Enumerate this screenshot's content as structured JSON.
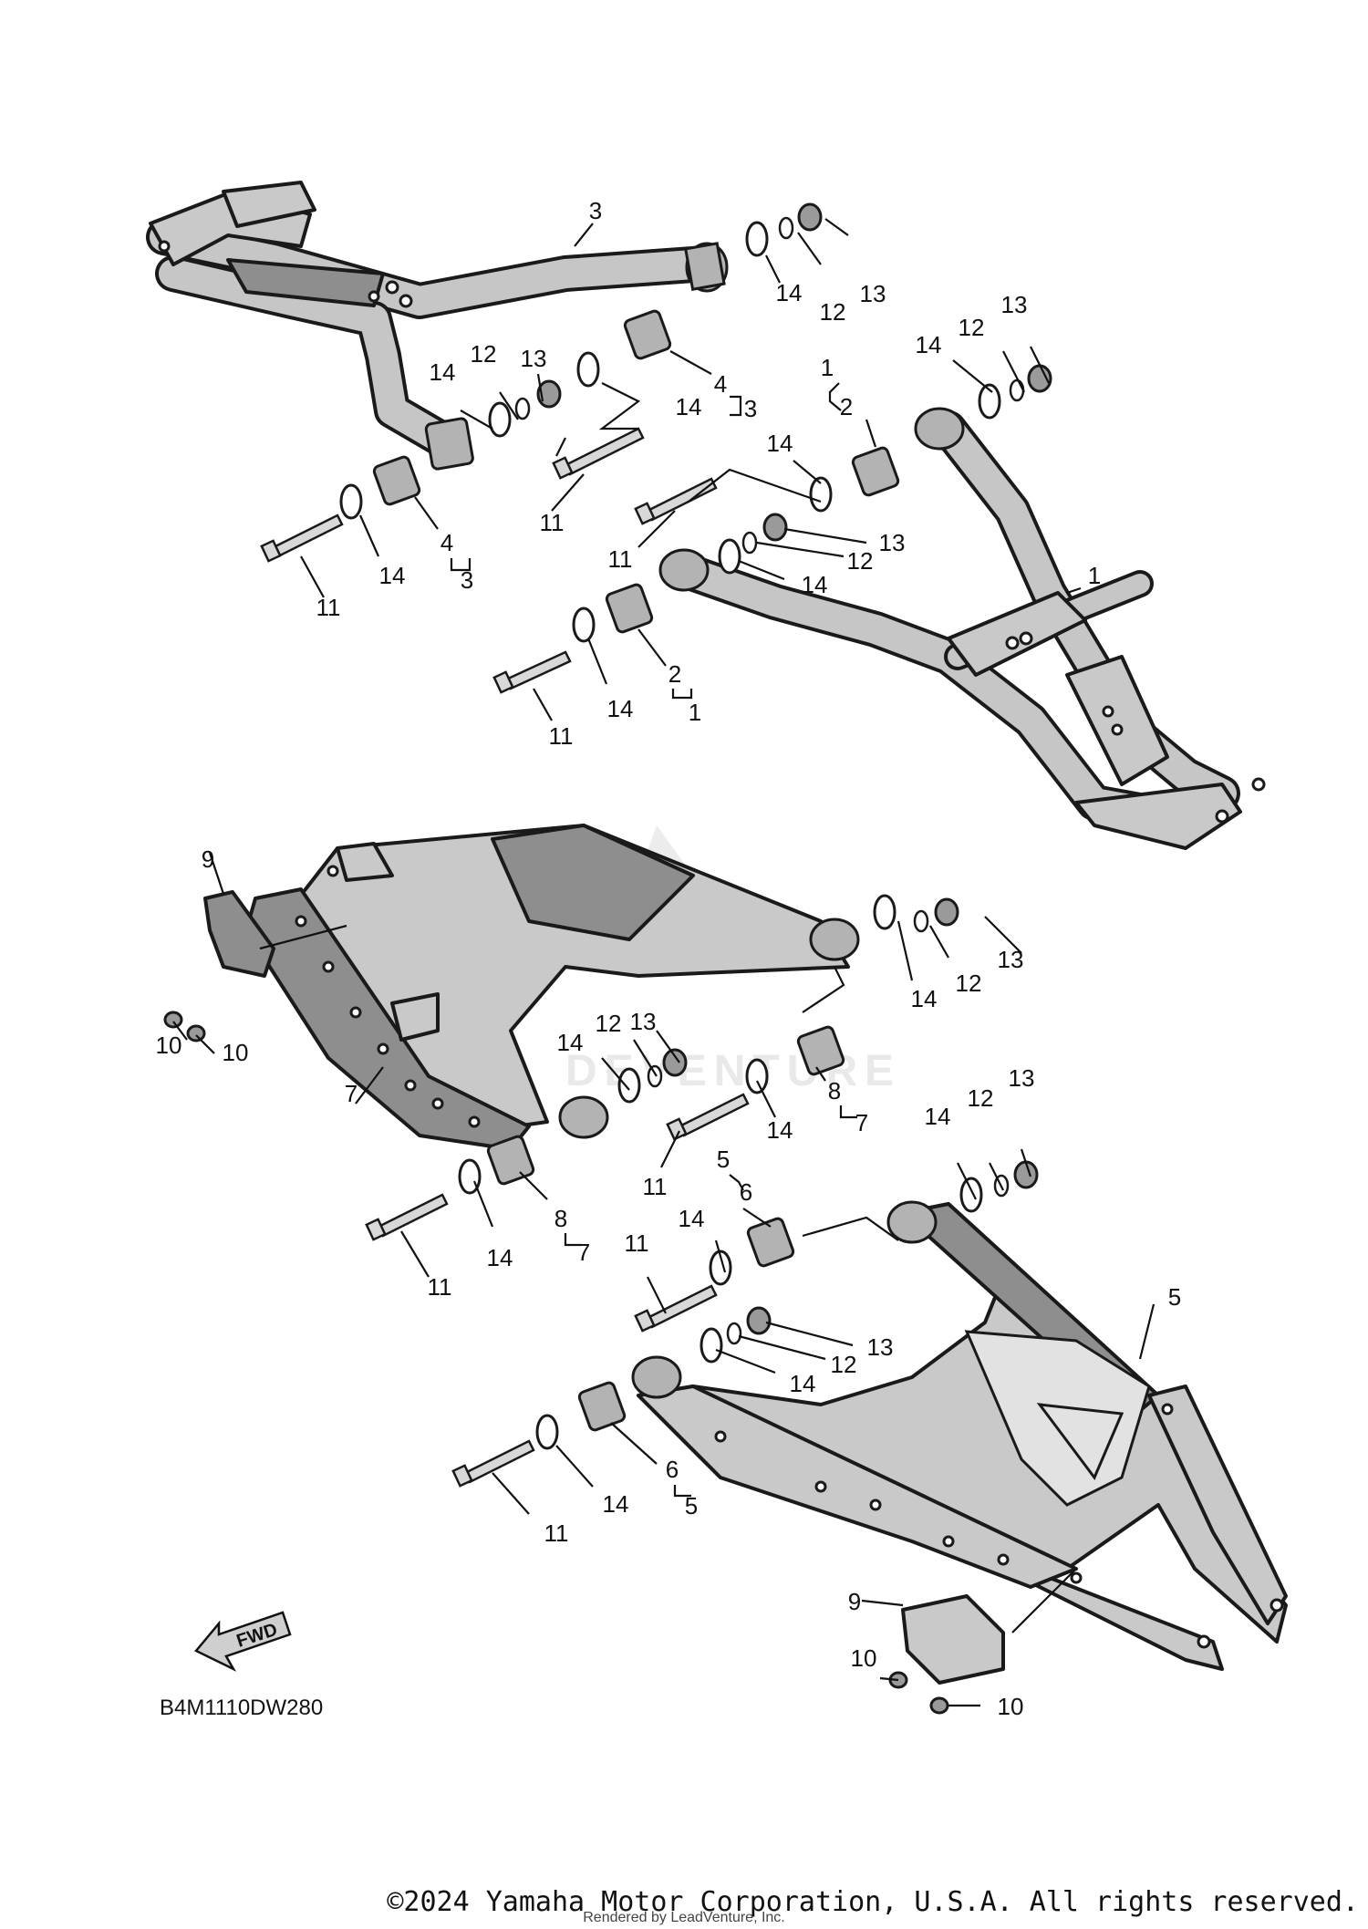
{
  "diagram": {
    "callouts": {
      "c1a": "1",
      "c1b": "1",
      "c1c": "1",
      "c2a": "2",
      "c2b": "2",
      "c3a": "3",
      "c3b": "3",
      "c3c": "3",
      "c4a": "4",
      "c4b": "4",
      "c5a": "5",
      "c5b": "5",
      "c5c": "5",
      "c6a": "6",
      "c6b": "6",
      "c7a": "7",
      "c7b": "7",
      "c7c": "7",
      "c8a": "8",
      "c8b": "8",
      "c9a": "9",
      "c9b": "9",
      "c10a": "10",
      "c10b": "10",
      "c10c": "10",
      "c10d": "10",
      "c11a": "11",
      "c11b": "11",
      "c11c": "11",
      "c11d": "11",
      "c11e": "11",
      "c11f": "11",
      "c11g": "11",
      "c11h": "11",
      "c12a": "12",
      "c12b": "12",
      "c12c": "12",
      "c12d": "12",
      "c12e": "12",
      "c12f": "12",
      "c12g": "12",
      "c12h": "12",
      "c13a": "13",
      "c13b": "13",
      "c13c": "13",
      "c13d": "13",
      "c13e": "13",
      "c13f": "13",
      "c13g": "13",
      "c13h": "13",
      "c14a": "14",
      "c14b": "14",
      "c14c": "14",
      "c14d": "14",
      "c14e": "14",
      "c14f": "14",
      "c14g": "14",
      "c14h": "14",
      "c14i": "14",
      "c14j": "14",
      "c14k": "14",
      "c14l": "14",
      "c14m": "14",
      "c14n": "14",
      "c14o": "14",
      "c14p": "14"
    },
    "fwd_label": "FWD",
    "diagram_code": "B4M1110DW280"
  },
  "footer": {
    "copyright": "©2024 Yamaha Motor Corporation, U.S.A. All rights reserved.",
    "rendered_by": "Rendered by LeadVenture, Inc."
  },
  "watermark": {
    "text": "DEVENTURE"
  }
}
